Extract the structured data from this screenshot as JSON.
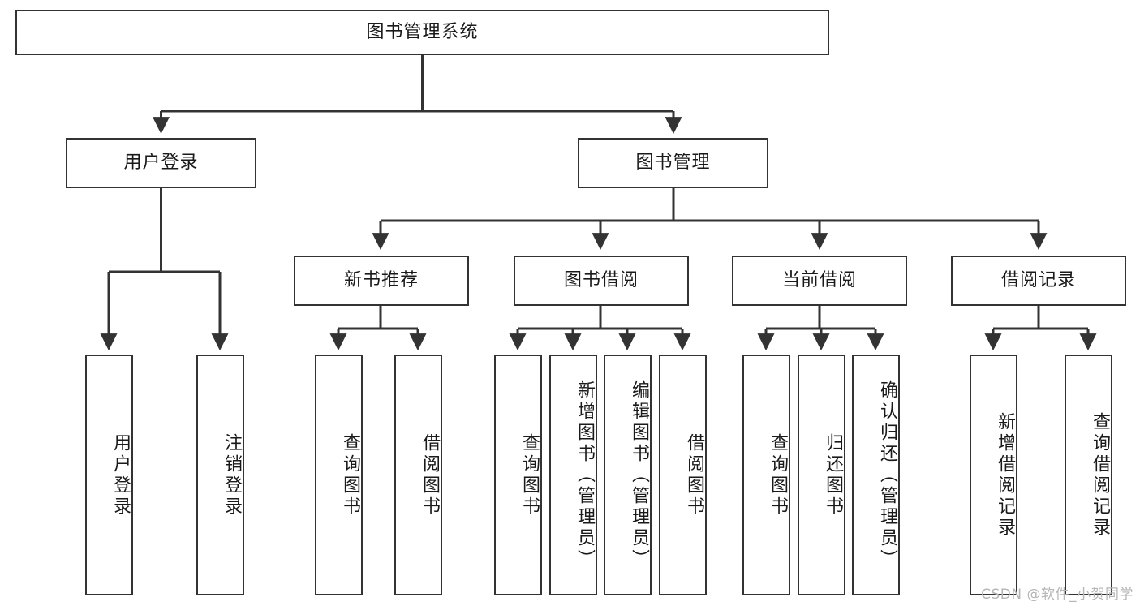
{
  "diagram": {
    "type": "tree-hierarchy",
    "title": "图书管理系统",
    "orientation": "top-down",
    "colors": {
      "box_border": "#333333",
      "box_fill": "#ffffff",
      "connector": "#333333",
      "text": "#1a1a1a",
      "watermark": "#b6b6b6",
      "background": "#ffffff"
    },
    "root": {
      "label": "图书管理系统"
    },
    "level2": [
      {
        "label": "用户登录"
      },
      {
        "label": "图书管理"
      }
    ],
    "level3": [
      {
        "label": "新书推荐"
      },
      {
        "label": "图书借阅"
      },
      {
        "label": "当前借阅"
      },
      {
        "label": "借阅记录"
      }
    ],
    "leaves": [
      {
        "label": "用户登录",
        "parent": "用户登录"
      },
      {
        "label": "注销登录",
        "parent": "用户登录"
      },
      {
        "label": "查询图书",
        "parent": "新书推荐"
      },
      {
        "label": "借阅图书",
        "parent": "新书推荐"
      },
      {
        "label": "查询图书",
        "parent": "图书借阅"
      },
      {
        "label": "新增图书（管理员）",
        "parent": "图书借阅"
      },
      {
        "label": "编辑图书（管理员）",
        "parent": "图书借阅"
      },
      {
        "label": "借阅图书",
        "parent": "图书借阅"
      },
      {
        "label": "查询图书",
        "parent": "当前借阅"
      },
      {
        "label": "归还图书",
        "parent": "当前借阅"
      },
      {
        "label": "确认归还（管理员）",
        "parent": "当前借阅"
      },
      {
        "label": "新增借阅记录",
        "parent": "借阅记录"
      },
      {
        "label": "查询借阅记录",
        "parent": "借阅记录"
      }
    ]
  },
  "watermark": {
    "text": "CSDN @软件_小贺同学"
  }
}
